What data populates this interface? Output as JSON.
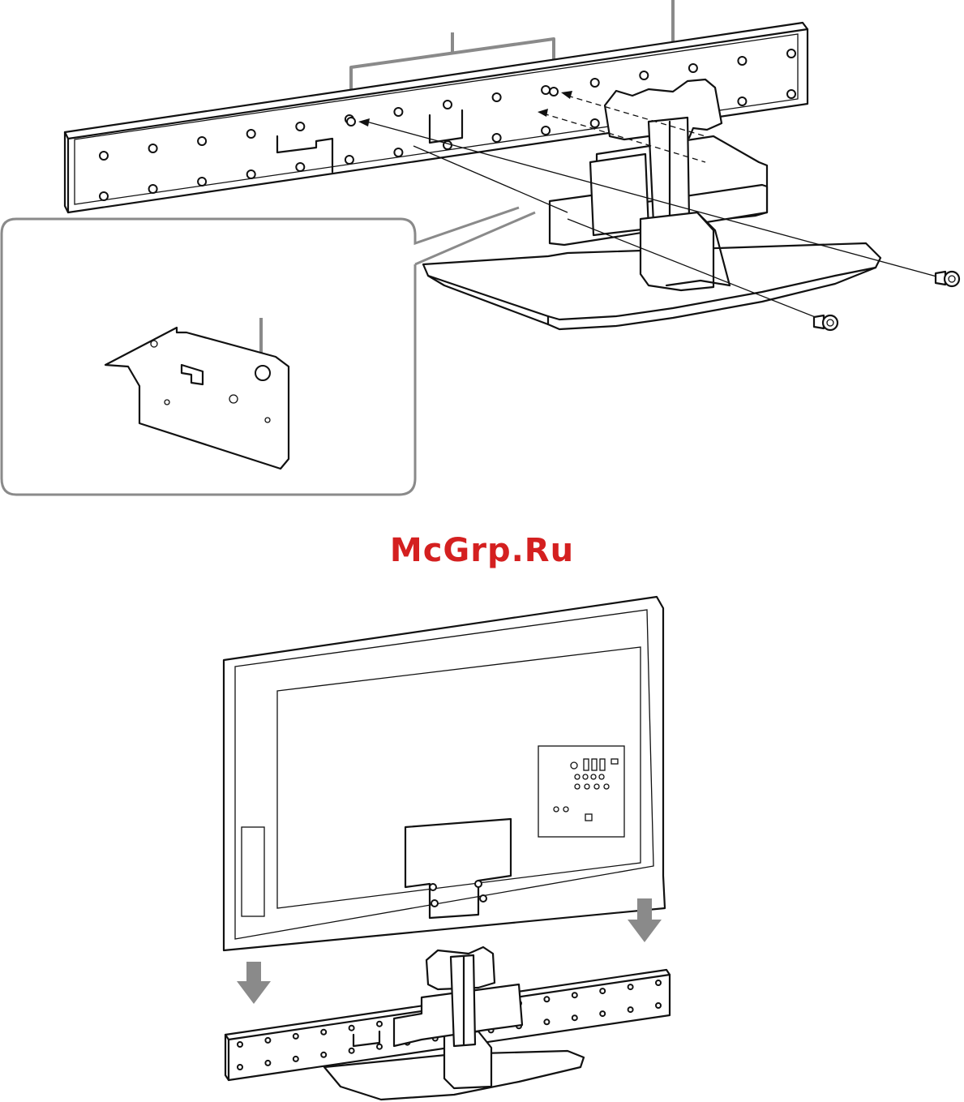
{
  "watermark": {
    "text": "McGrp.Ru",
    "color": "#d42020"
  },
  "colors": {
    "line": "#111111",
    "callout": "#8a8a8a",
    "arrow": "#8a8a8a",
    "background": "#ffffff"
  },
  "figures": [
    {
      "name": "speaker-bar-attach-step",
      "items": [
        "speaker-bar",
        "stand-bracket",
        "table-top-stand",
        "screw",
        "screw",
        "detail-inset"
      ]
    },
    {
      "name": "tv-mount-step",
      "items": [
        "tv-rear-panel",
        "down-arrow",
        "down-arrow",
        "speaker-bar",
        "stand-bracket",
        "table-top-stand"
      ]
    }
  ]
}
